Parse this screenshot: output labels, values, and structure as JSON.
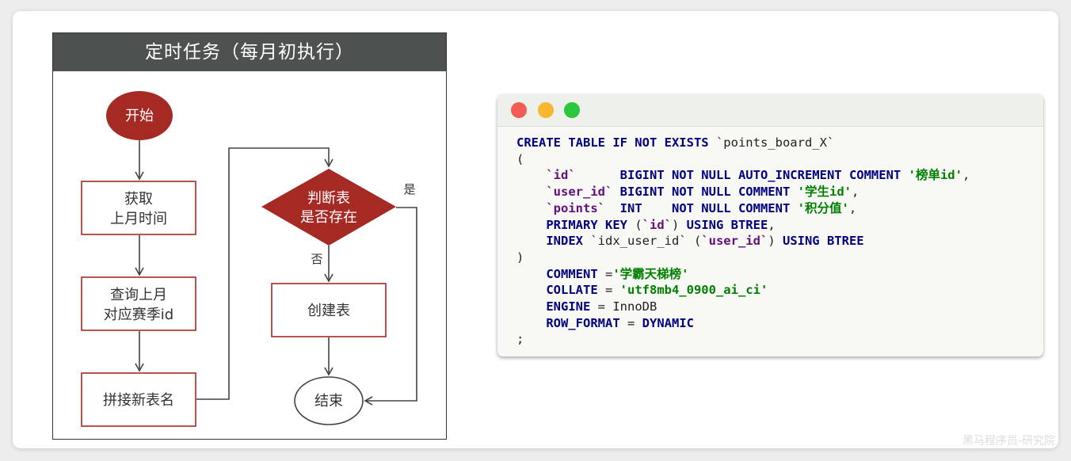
{
  "diagram": {
    "title": "定时任务（每月初执行）",
    "nodes": {
      "start": "开始",
      "get_month_line1": "获取",
      "get_month_line2": "上月时间",
      "query_season_line1": "查询上月",
      "query_season_line2": "对应赛季id",
      "build_name": "拼接新表名",
      "check_line1": "判断表",
      "check_line2": "是否存在",
      "create": "创建表",
      "end": "结束"
    },
    "edges": {
      "yes": "是",
      "no": "否"
    },
    "colors": {
      "accent": "#a52a24",
      "header": "#4d5150"
    }
  },
  "code_window": {
    "lines": [
      [
        {
          "t": "CREATE TABLE IF NOT EXISTS",
          "c": "kw"
        },
        {
          "t": " `points_board_X`",
          "c": ""
        }
      ],
      [
        {
          "t": "(",
          "c": ""
        }
      ],
      [
        {
          "t": "    ",
          "c": ""
        },
        {
          "t": "`id`",
          "c": "id"
        },
        {
          "t": "      ",
          "c": ""
        },
        {
          "t": "BIGINT NOT NULL AUTO_INCREMENT COMMENT",
          "c": "kw"
        },
        {
          "t": " ",
          "c": ""
        },
        {
          "t": "'榜单id'",
          "c": "str"
        },
        {
          "t": ",",
          "c": ""
        }
      ],
      [
        {
          "t": "    ",
          "c": ""
        },
        {
          "t": "`user_id`",
          "c": "id"
        },
        {
          "t": " ",
          "c": ""
        },
        {
          "t": "BIGINT NOT NULL COMMENT",
          "c": "kw"
        },
        {
          "t": " ",
          "c": ""
        },
        {
          "t": "'学生id'",
          "c": "str"
        },
        {
          "t": ",",
          "c": ""
        }
      ],
      [
        {
          "t": "    ",
          "c": ""
        },
        {
          "t": "`points`",
          "c": "id"
        },
        {
          "t": "  ",
          "c": ""
        },
        {
          "t": "INT",
          "c": "kw"
        },
        {
          "t": "    ",
          "c": ""
        },
        {
          "t": "NOT NULL COMMENT",
          "c": "kw"
        },
        {
          "t": " ",
          "c": ""
        },
        {
          "t": "'积分值'",
          "c": "str"
        },
        {
          "t": ",",
          "c": ""
        }
      ],
      [
        {
          "t": "    ",
          "c": ""
        },
        {
          "t": "PRIMARY KEY",
          "c": "kw"
        },
        {
          "t": " (",
          "c": ""
        },
        {
          "t": "`id`",
          "c": "id"
        },
        {
          "t": ") ",
          "c": ""
        },
        {
          "t": "USING BTREE",
          "c": "kw"
        },
        {
          "t": ",",
          "c": ""
        }
      ],
      [
        {
          "t": "    ",
          "c": ""
        },
        {
          "t": "INDEX",
          "c": "kw"
        },
        {
          "t": " `idx_user_id` (",
          "c": ""
        },
        {
          "t": "`user_id`",
          "c": "id"
        },
        {
          "t": ") ",
          "c": ""
        },
        {
          "t": "USING BTREE",
          "c": "kw"
        }
      ],
      [
        {
          "t": ")",
          "c": ""
        }
      ],
      [
        {
          "t": "    ",
          "c": ""
        },
        {
          "t": "COMMENT",
          "c": "kw"
        },
        {
          "t": " =",
          "c": ""
        },
        {
          "t": "'学霸天梯榜'",
          "c": "str"
        }
      ],
      [
        {
          "t": "    ",
          "c": ""
        },
        {
          "t": "COLLATE",
          "c": "kw"
        },
        {
          "t": " = ",
          "c": ""
        },
        {
          "t": "'utf8mb4_0900_ai_ci'",
          "c": "str"
        }
      ],
      [
        {
          "t": "    ",
          "c": ""
        },
        {
          "t": "ENGINE",
          "c": "kw"
        },
        {
          "t": " = InnoDB",
          "c": ""
        }
      ],
      [
        {
          "t": "    ",
          "c": ""
        },
        {
          "t": "ROW_FORMAT",
          "c": "kw"
        },
        {
          "t": " = ",
          "c": ""
        },
        {
          "t": "DYNAMIC",
          "c": "kw"
        }
      ],
      [
        {
          "t": ";",
          "c": ""
        }
      ]
    ],
    "controls": [
      "close-dot",
      "minimize-dot",
      "maximize-dot"
    ]
  },
  "watermark": "黑马程序员-研究院"
}
